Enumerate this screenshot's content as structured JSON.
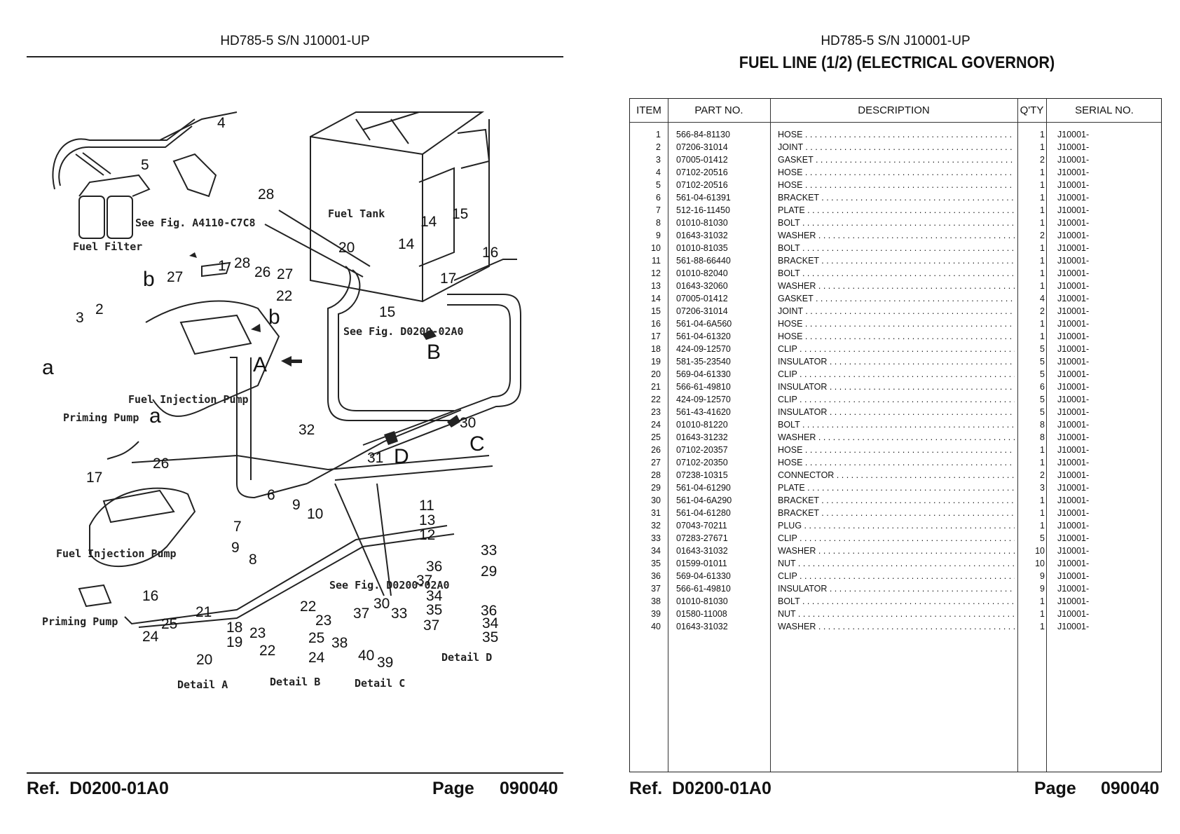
{
  "left_page": {
    "header": "HD785-5 S/N J10001-UP",
    "footer_ref": "Ref.  D0200-01A0",
    "footer_page_label": "Page",
    "footer_page_number": "090040"
  },
  "right_page": {
    "header": "HD785-5 S/N J10001-UP",
    "title": "FUEL LINE (1/2) (ELECTRICAL GOVERNOR)",
    "footer_ref": "Ref.  D0200-01A0",
    "footer_page_label": "Page",
    "footer_page_number": "090040"
  },
  "diagram": {
    "labels": {
      "fuel_filter": "Fuel Filter",
      "fuel_tank": "Fuel Tank",
      "see_fig_a4110": "See Fig. A4110-C7C8",
      "see_fig_d0200_02a0_top": "See Fig. D0200-02A0",
      "see_fig_d0200_02a0_bottom": "See Fig. D0200-02A0",
      "fuel_injection_pump_1": "Fuel Injection Pump",
      "fuel_injection_pump_2": "Fuel Injection Pump",
      "priming_pump_1": "Priming Pump",
      "priming_pump_2": "Priming Pump",
      "detail_a": "Detail A",
      "detail_b": "Detail B",
      "detail_c": "Detail C",
      "detail_d": "Detail D"
    }
  },
  "parts_table": {
    "columns": {
      "item": "ITEM",
      "part_no": "PART NO.",
      "description": "DESCRIPTION",
      "qty": "Q'TY",
      "serial": "SERIAL NO."
    },
    "rows": [
      {
        "item": "1",
        "part": "566-84-81130",
        "desc": "HOSE",
        "qty": "1",
        "serial": "J10001-"
      },
      {
        "item": "2",
        "part": "07206-31014",
        "desc": "JOINT",
        "qty": "1",
        "serial": "J10001-"
      },
      {
        "item": "3",
        "part": "07005-01412",
        "desc": "GASKET",
        "qty": "2",
        "serial": "J10001-"
      },
      {
        "item": "4",
        "part": "07102-20516",
        "desc": "HOSE",
        "qty": "1",
        "serial": "J10001-"
      },
      {
        "item": "5",
        "part": "07102-20516",
        "desc": "HOSE",
        "qty": "1",
        "serial": "J10001-"
      },
      {
        "item": "6",
        "part": "561-04-61391",
        "desc": "BRACKET",
        "qty": "1",
        "serial": "J10001-"
      },
      {
        "item": "7",
        "part": "512-16-11450",
        "desc": "PLATE",
        "qty": "1",
        "serial": "J10001-"
      },
      {
        "item": "8",
        "part": "01010-81030",
        "desc": "BOLT",
        "qty": "1",
        "serial": "J10001-"
      },
      {
        "item": "9",
        "part": "01643-31032",
        "desc": "WASHER",
        "qty": "2",
        "serial": "J10001-"
      },
      {
        "item": "10",
        "part": "01010-81035",
        "desc": "BOLT",
        "qty": "1",
        "serial": "J10001-"
      },
      {
        "item": "11",
        "part": "561-88-66440",
        "desc": "BRACKET",
        "qty": "1",
        "serial": "J10001-"
      },
      {
        "item": "12",
        "part": "01010-82040",
        "desc": "BOLT",
        "qty": "1",
        "serial": "J10001-"
      },
      {
        "item": "13",
        "part": "01643-32060",
        "desc": "WASHER",
        "qty": "1",
        "serial": "J10001-"
      },
      {
        "item": "14",
        "part": "07005-01412",
        "desc": "GASKET",
        "qty": "4",
        "serial": "J10001-"
      },
      {
        "item": "15",
        "part": "07206-31014",
        "desc": "JOINT",
        "qty": "2",
        "serial": "J10001-"
      },
      {
        "item": "16",
        "part": "561-04-6A560",
        "desc": "HOSE",
        "qty": "1",
        "serial": "J10001-"
      },
      {
        "item": "17",
        "part": "561-04-61320",
        "desc": "HOSE",
        "qty": "1",
        "serial": "J10001-"
      },
      {
        "item": "18",
        "part": "424-09-12570",
        "desc": "CLIP",
        "qty": "5",
        "serial": "J10001-"
      },
      {
        "item": "19",
        "part": "581-35-23540",
        "desc": "INSULATOR",
        "qty": "5",
        "serial": "J10001-"
      },
      {
        "item": "20",
        "part": "569-04-61330",
        "desc": "CLIP",
        "qty": "5",
        "serial": "J10001-"
      },
      {
        "item": "21",
        "part": "566-61-49810",
        "desc": "INSULATOR",
        "qty": "6",
        "serial": "J10001-"
      },
      {
        "item": "22",
        "part": "424-09-12570",
        "desc": "CLIP",
        "qty": "5",
        "serial": "J10001-"
      },
      {
        "item": "23",
        "part": "561-43-41620",
        "desc": "INSULATOR",
        "qty": "5",
        "serial": "J10001-"
      },
      {
        "item": "24",
        "part": "01010-81220",
        "desc": "BOLT",
        "qty": "8",
        "serial": "J10001-"
      },
      {
        "item": "25",
        "part": "01643-31232",
        "desc": "WASHER",
        "qty": "8",
        "serial": "J10001-"
      },
      {
        "item": "26",
        "part": "07102-20357",
        "desc": "HOSE",
        "qty": "1",
        "serial": "J10001-"
      },
      {
        "item": "27",
        "part": "07102-20350",
        "desc": "HOSE",
        "qty": "1",
        "serial": "J10001-"
      },
      {
        "item": "28",
        "part": "07238-10315",
        "desc": "CONNECTOR",
        "qty": "2",
        "serial": "J10001-"
      },
      {
        "item": "29",
        "part": "561-04-61290",
        "desc": "PLATE",
        "qty": "3",
        "serial": "J10001-"
      },
      {
        "item": "30",
        "part": "561-04-6A290",
        "desc": "BRACKET",
        "qty": "1",
        "serial": "J10001-"
      },
      {
        "item": "31",
        "part": "561-04-61280",
        "desc": "BRACKET",
        "qty": "1",
        "serial": "J10001-"
      },
      {
        "item": "32",
        "part": "07043-70211",
        "desc": "PLUG",
        "qty": "1",
        "serial": "J10001-"
      },
      {
        "item": "33",
        "part": "07283-27671",
        "desc": "CLIP",
        "qty": "5",
        "serial": "J10001-"
      },
      {
        "item": "34",
        "part": "01643-31032",
        "desc": "WASHER",
        "qty": "10",
        "serial": "J10001-"
      },
      {
        "item": "35",
        "part": "01599-01011",
        "desc": "NUT",
        "qty": "10",
        "serial": "J10001-"
      },
      {
        "item": "36",
        "part": "569-04-61330",
        "desc": "CLIP",
        "qty": "9",
        "serial": "J10001-"
      },
      {
        "item": "37",
        "part": "566-61-49810",
        "desc": "INSULATOR",
        "qty": "9",
        "serial": "J10001-"
      },
      {
        "item": "38",
        "part": "01010-81030",
        "desc": "BOLT",
        "qty": "1",
        "serial": "J10001-"
      },
      {
        "item": "39",
        "part": "01580-11008",
        "desc": "NUT",
        "qty": "1",
        "serial": "J10001-"
      },
      {
        "item": "40",
        "part": "01643-31032",
        "desc": "WASHER",
        "qty": "1",
        "serial": "J10001-"
      }
    ]
  }
}
